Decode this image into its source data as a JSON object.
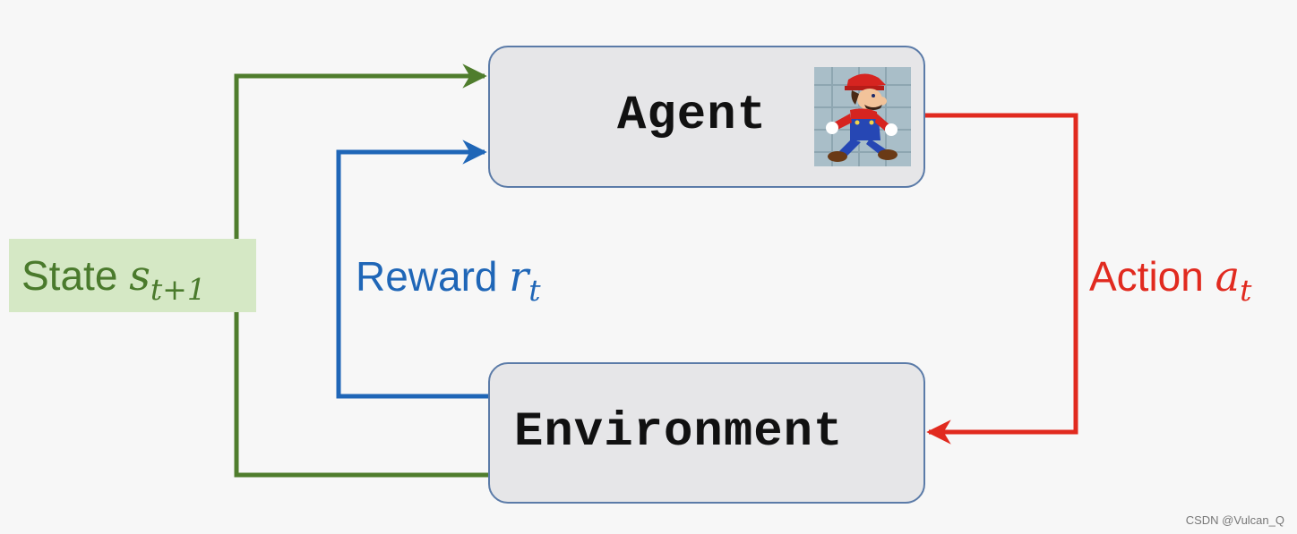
{
  "agent": {
    "label": "Agent",
    "avatar_icon": "mario-icon"
  },
  "environment": {
    "label": "Environment"
  },
  "state": {
    "text": "State",
    "symbol": "s",
    "subscript": "t+1"
  },
  "reward": {
    "text": "Reward",
    "symbol": "r",
    "subscript": "t"
  },
  "action": {
    "text": "Action",
    "symbol": "a",
    "subscript": "t"
  },
  "colors": {
    "state": "#4f7d2d",
    "reward": "#1f66b7",
    "action": "#e12a1f",
    "box_fill": "#e6e6e8",
    "box_border": "#5b7ba8"
  },
  "watermark": "CSDN @Vulcan_Q"
}
